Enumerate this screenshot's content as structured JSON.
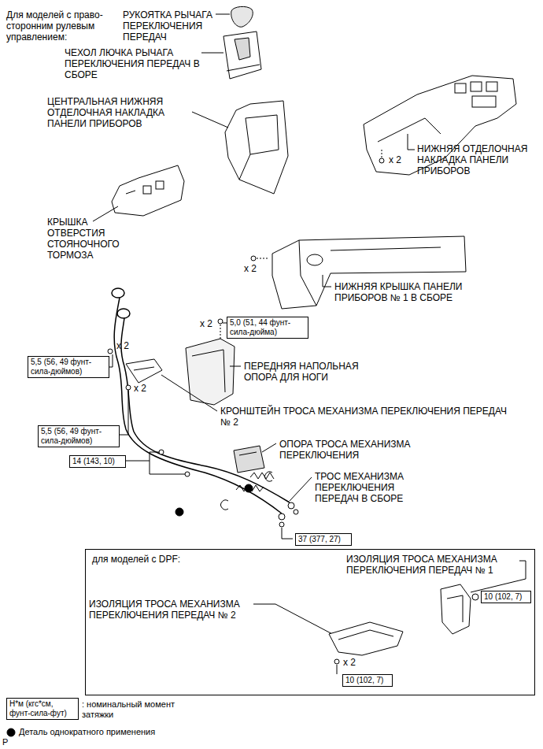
{
  "diagram": {
    "nodes": [
      {
        "text": [
          "5,0 (51, 44 фунт-сила-дюйма)"
        ]
      },
      {
        "text": [
          "5,5 (56, 49 фунт-сила-дюймов)"
        ]
      },
      {
        "text": [
          "5,5 (56, 49 фунт-сила-дюймов)"
        ]
      },
      {
        "text": [
          "14 (143, 10)"
        ]
      },
      {
        "text": [
          "37 (377, 27)"
        ]
      },
      {
        "text": [
          "для моделей с DPF:"
        ]
      },
      {
        "text": [
          "10 (102, 7)"
        ],
        "in": 5
      },
      {
        "text": [
          "10 (102, 7)"
        ],
        "in": 5
      },
      {
        "text": [
          "Н*м (кгс*см, фунт-сила-фут)"
        ]
      }
    ],
    "labels": [
      "Для моделей с право- сторонним рулевым управлением:",
      "РУКОЯТКА РЫЧАГА ПЕРЕКЛЮЧЕНИЯ ПЕРЕДАЧ",
      "ЧЕХОЛ ЛЮЧКА РЫЧАГА ПЕРЕКЛЮЧЕНИЯ ПЕРЕДАЧ В СБОРЕ",
      "ЦЕНТРАЛЬНАЯ НИЖНЯЯ ОТДЕЛОЧНАЯ НАКЛАДКА ПАНЕЛИ ПРИБОРОВ",
      "x 2",
      "НИЖНЯЯ ОТДЕЛОЧНАЯ НАКЛАДКА ПАНЕЛИ ПРИБОРОВ",
      "КРЫШКА ОТВЕРСТИЯ СТОЯНОЧНОГО ТОРМОЗА",
      "x 2",
      "НИЖНЯЯ КРЫШКА ПАНЕЛИ ПРИБОРОВ № 1 В СБОРЕ",
      "x 2",
      "ПЕРЕДНЯЯ НАПОЛЬНАЯ ОПОРА ДЛЯ НОГИ",
      "x 2",
      "x 2",
      "КРОНШТЕЙН ТРОСА МЕХАНИЗМА ПЕРЕКЛЮЧЕНИЯ ПЕРЕДАЧ № 2",
      "ОПОРА ТРОСА МЕХАНИЗМА ПЕРЕКЛЮЧЕНИЯ",
      "ТРОС МЕХАНИЗМА ПЕРЕКЛЮЧЕНИЯ ПЕРЕДАЧ В СБОРЕ",
      "ИЗОЛЯЦИЯ ТРОСА МЕХАНИЗМА ПЕРЕКЛЮЧЕНИЯ ПЕРЕДАЧ № 1",
      "ИЗОЛЯЦИЯ ТРОСА МЕХАНИЗМА ПЕРЕКЛЮЧЕНИЯ ПЕРЕДАЧ № 2",
      "x 2",
      ": номинальный момент затяжки",
      "P"
    ],
    "legend": [
      {
        "text": "Деталь однократного применения"
      }
    ]
  }
}
